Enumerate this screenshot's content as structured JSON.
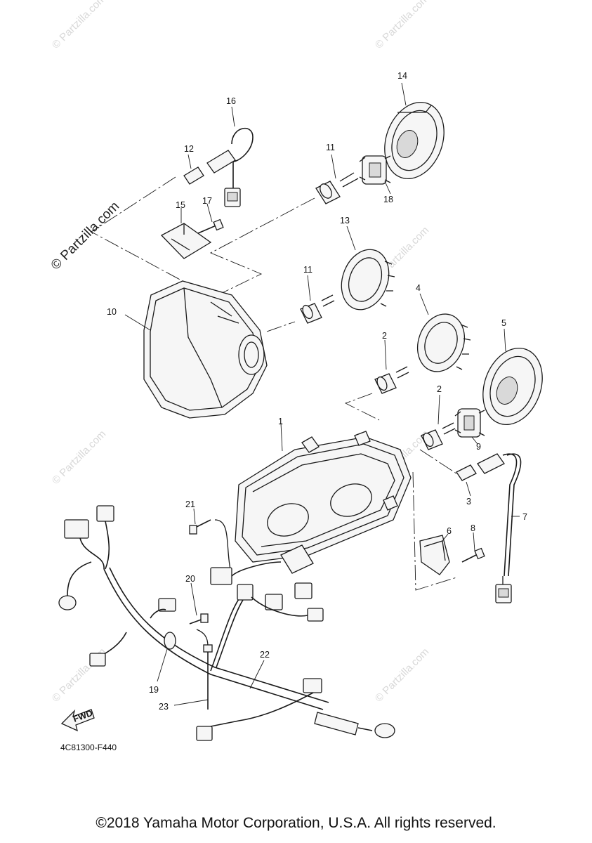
{
  "watermark": {
    "main": "© Partzilla.com",
    "faint": "© Partzilla.com"
  },
  "fwd_label": "FWD",
  "part_code": "4C81300-F440",
  "copyright": "©2018 Yamaha Motor Corporation, U.S.A. All rights reserved.",
  "callouts": {
    "c1": "1",
    "c2a": "2",
    "c2b": "2",
    "c3": "3",
    "c4": "4",
    "c5": "5",
    "c6": "6",
    "c7": "7",
    "c8": "8",
    "c9": "9",
    "c10": "10",
    "c11a": "11",
    "c11b": "11",
    "c12": "12",
    "c13": "13",
    "c14": "14",
    "c15": "15",
    "c16": "16",
    "c17": "17",
    "c18": "18",
    "c19": "19",
    "c20": "20",
    "c21": "21",
    "c22": "22",
    "c23": "23"
  }
}
